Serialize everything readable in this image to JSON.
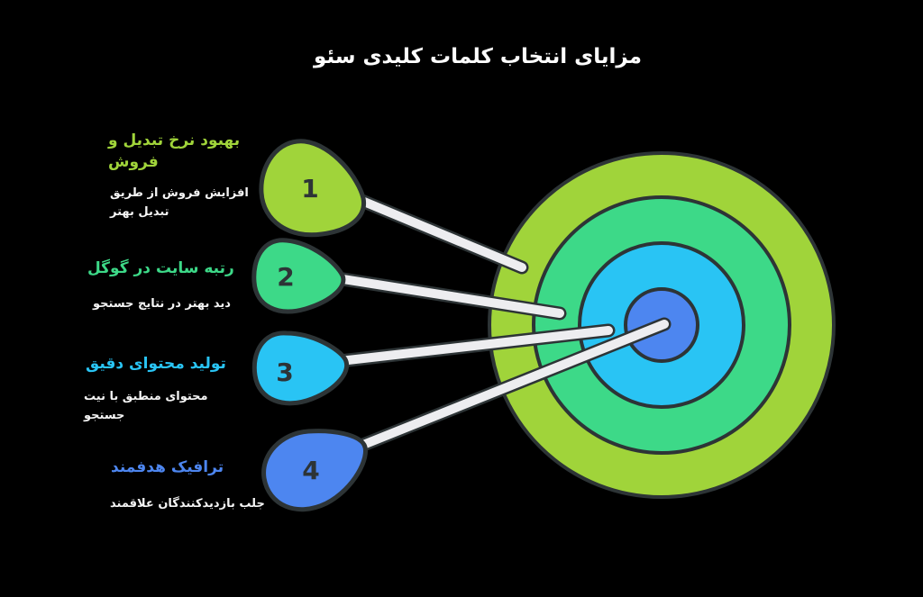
{
  "title": "مزایای انتخاب کلمات کلیدی سئو",
  "palette": {
    "green": "#a0d43a",
    "emerald": "#3dd988",
    "cyan": "#29c4f4",
    "blue": "#4d86f0",
    "outline": "#2d3436",
    "line_fill": "#ededf0",
    "background": "#000000",
    "title_text": "#fdfdfd",
    "desc_text": "#f5f5f5"
  },
  "target": {
    "ring_colors_outer_to_center": [
      "#a0d43a",
      "#3dd988",
      "#29c4f4",
      "#4d86f0"
    ]
  },
  "labels": [
    {
      "number": "1",
      "color": "#a0d43a",
      "heading_lines": [
        "بهبود نرخ تبدیل و",
        "فروش"
      ],
      "desc_lines": [
        "افزایش فروش از طریق",
        "تبدیل بهتر"
      ]
    },
    {
      "number": "2",
      "color": "#3dd988",
      "heading_lines": [
        "رتبه سایت در گوگل"
      ],
      "desc_lines": [
        "دید بهتر در نتایج جستجو"
      ]
    },
    {
      "number": "3",
      "color": "#29c4f4",
      "heading_lines": [
        "تولید محتوای دقیق"
      ],
      "desc_lines": [
        "محتوای منطبق با نیت",
        "جستجو"
      ]
    },
    {
      "number": "4",
      "color": "#4d86f0",
      "heading_lines": [
        "ترافیک هدفمند"
      ],
      "desc_lines": [
        "جلب بازدیدکنندگان علاقمند"
      ]
    }
  ]
}
